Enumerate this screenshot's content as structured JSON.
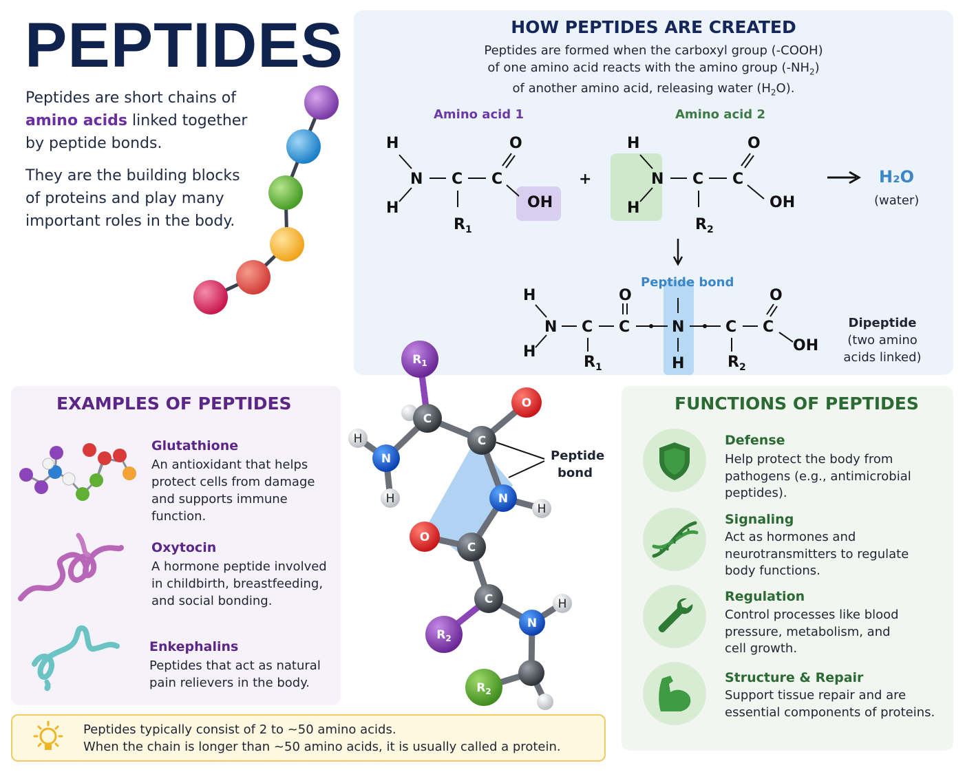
{
  "title": "PEPTIDES",
  "intro": {
    "p1_pre": "Peptides are short chains of",
    "p1_highlight": "amino acids",
    "p1_post": "linked together by peptide bonds.",
    "p2": "They are the building blocks of proteins and play many important roles in the body."
  },
  "how": {
    "heading": "HOW PEPTIDES ARE CREATED",
    "desc_line1": "Peptides are formed when the carboxyl group (-COOH)",
    "desc_line2_pre": "of one amino acid reacts with the amino group (-NH",
    "desc_line2_sub": "2",
    "desc_line2_post": ")",
    "desc_line3_pre": "of another amino acid, releasing water (H",
    "desc_line3_sub": "2",
    "desc_line3_post": "O).",
    "amino1_label": "Amino acid 1",
    "amino2_label": "Amino acid 2",
    "water_formula": "H₂O",
    "water_label": "(water)",
    "peptide_bond_label": "Peptide bond",
    "dipeptide_title": "Dipeptide",
    "dipeptide_desc1": "(two amino",
    "dipeptide_desc2": "acids linked)"
  },
  "model": {
    "peptide_bond_label1": "Peptide",
    "peptide_bond_label2": "bond"
  },
  "examples": {
    "heading": "EXAMPLES OF PEPTIDES",
    "items": [
      {
        "name": "Glutathione",
        "desc1": "An antioxidant that helps",
        "desc2": "protect cells from damage",
        "desc3": "and supports immune function."
      },
      {
        "name": "Oxytocin",
        "desc1": "A hormone peptide involved",
        "desc2": "in childbirth, breastfeeding,",
        "desc3": "and social bonding."
      },
      {
        "name": "Enkephalins",
        "desc1": "Peptides that act as natural",
        "desc2": "pain relievers in the body.",
        "desc3": ""
      }
    ]
  },
  "functions": {
    "heading": "FUNCTIONS OF PEPTIDES",
    "items": [
      {
        "name": "Defense",
        "icon": "shield-icon",
        "desc1": "Help protect the body from",
        "desc2": "pathogens (e.g., antimicrobial",
        "desc3": "peptides)."
      },
      {
        "name": "Signaling",
        "icon": "dna-icon",
        "desc1": "Act as hormones and",
        "desc2": "neurotransmitters to regulate",
        "desc3": "body functions."
      },
      {
        "name": "Regulation",
        "icon": "wrench-icon",
        "desc1": "Control processes like blood",
        "desc2": "pressure, metabolism, and",
        "desc3": "cell growth."
      },
      {
        "name": "Structure & Repair",
        "icon": "muscle-icon",
        "desc1": "Support tissue repair and are",
        "desc2": "essential components of proteins.",
        "desc3": ""
      }
    ]
  },
  "tip": {
    "line1": "Peptides typically consist of 2 to ~50 amino acids.",
    "line2": "When the chain is longer than ~50 amino acids, it is usually called a protein."
  },
  "colors": {
    "title": "#10224e",
    "purple": "#6b2fa0",
    "green": "#2b6a32",
    "blue": "#3a86c8"
  }
}
